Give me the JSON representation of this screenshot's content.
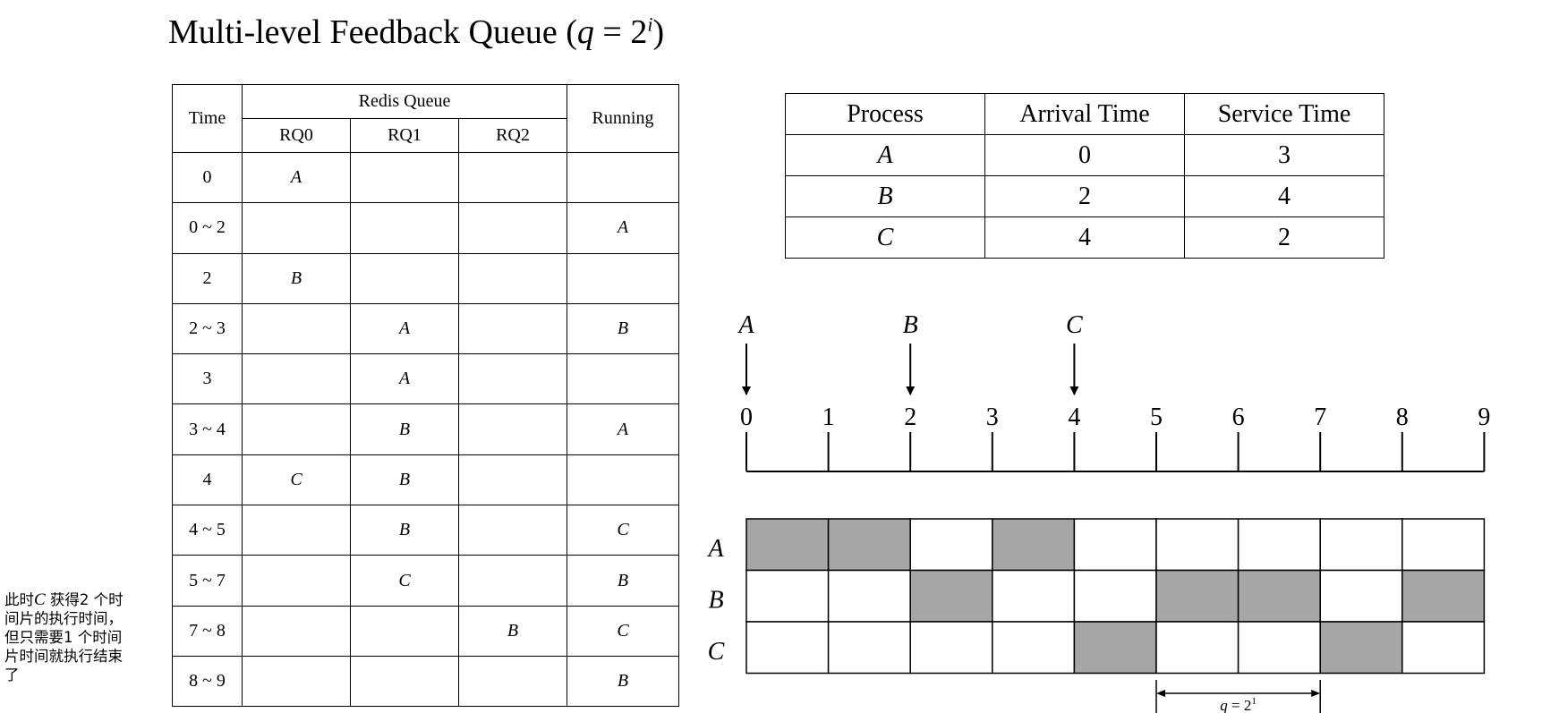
{
  "title": {
    "prefix": "Multi-level Feedback Queue  (",
    "q": "q",
    "eq": " = 2",
    "exp": "i",
    "suffix": ")"
  },
  "queue_table": {
    "header_time": "Time",
    "header_group": "Redis Queue",
    "header_rq0": "RQ0",
    "header_rq1": "RQ1",
    "header_rq2": "RQ2",
    "header_running": "Running",
    "rows": [
      {
        "time": "0",
        "rq0": "A",
        "rq1": "",
        "rq2": "",
        "running": ""
      },
      {
        "time": "0 ~ 2",
        "rq0": "",
        "rq1": "",
        "rq2": "",
        "running": "A"
      },
      {
        "time": "2",
        "rq0": "B",
        "rq1": "",
        "rq2": "",
        "running": ""
      },
      {
        "time": "2 ~ 3",
        "rq0": "",
        "rq1": "A",
        "rq2": "",
        "running": "B"
      },
      {
        "time": "3",
        "rq0": "",
        "rq1": "A",
        "rq2": "",
        "running": ""
      },
      {
        "time": "3 ~ 4",
        "rq0": "",
        "rq1": "B",
        "rq2": "",
        "running": "A"
      },
      {
        "time": "4",
        "rq0": "C",
        "rq1": "B",
        "rq2": "",
        "running": ""
      },
      {
        "time": "4 ~ 5",
        "rq0": "",
        "rq1": "B",
        "rq2": "",
        "running": "C"
      },
      {
        "time": "5 ~ 7",
        "rq0": "",
        "rq1": "C",
        "rq2": "",
        "running": "B"
      },
      {
        "time": "7 ~ 8",
        "rq0": "",
        "rq1": "",
        "rq2": "B",
        "running": "C"
      },
      {
        "time": "8 ~ 9",
        "rq0": "",
        "rq1": "",
        "rq2": "",
        "running": "B"
      }
    ]
  },
  "process_table": {
    "headers": [
      "Process",
      "Arrival Time",
      "Service Time"
    ],
    "rows": [
      {
        "process": "A",
        "arrival": "0",
        "service": "3"
      },
      {
        "process": "B",
        "arrival": "2",
        "service": "4"
      },
      {
        "process": "C",
        "arrival": "4",
        "service": "2"
      }
    ]
  },
  "note": {
    "pre": "此时",
    "process": "C",
    "text": " 获得2 个时间片的执行时间，但只需要1 个时间片时间就执行结束了"
  },
  "timeline": {
    "ticks": [
      "0",
      "1",
      "2",
      "3",
      "4",
      "5",
      "6",
      "7",
      "8",
      "9"
    ],
    "arrivals": [
      {
        "process": "A",
        "time": 0
      },
      {
        "process": "B",
        "time": 2
      },
      {
        "process": "C",
        "time": 4
      }
    ]
  },
  "gantt": {
    "fill_color": "#a6a6a6",
    "rows": [
      {
        "process": "A",
        "slots": [
          1,
          1,
          0,
          1,
          0,
          0,
          0,
          0,
          0
        ]
      },
      {
        "process": "B",
        "slots": [
          0,
          0,
          1,
          0,
          0,
          1,
          1,
          0,
          1
        ]
      },
      {
        "process": "C",
        "slots": [
          0,
          0,
          0,
          0,
          1,
          0,
          0,
          1,
          0
        ]
      }
    ],
    "quantum_label": {
      "q": "q",
      "eq": " = 2",
      "exp": "1"
    }
  }
}
